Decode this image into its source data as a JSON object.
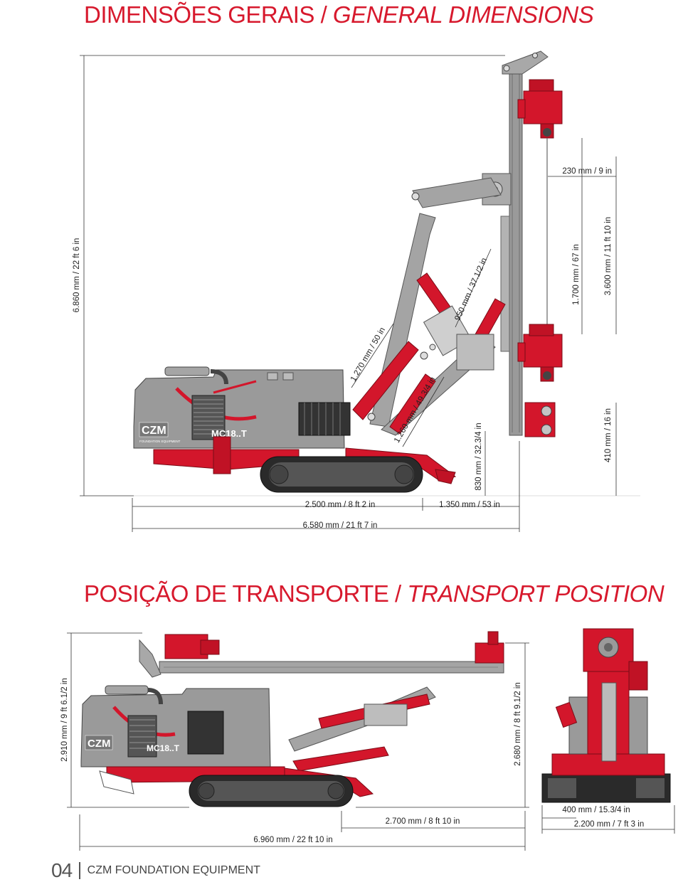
{
  "section1": {
    "title_pt": "DIMENSÕES GERAIS /",
    "title_en": "GENERAL DIMENSIONS"
  },
  "section2": {
    "title_pt": "POSIÇÃO DE TRANSPORTE /",
    "title_en": "TRANSPORT POSITION"
  },
  "machine": {
    "brand_logo": "CZM",
    "brand_sub": "FOUNDATION EQUIPMENT",
    "model": "MC18..T"
  },
  "dims1": {
    "height_total": "6.860 mm / 22 ft 6 in",
    "mast_offset": "230 mm / 9 in",
    "mast_3600": "3.600 mm / 11 ft 10 in",
    "mast_1700": "1.700 mm / 67 in",
    "ground_410": "410 mm / 16 in",
    "boom_950": "950 mm / 37.1/2 in",
    "boom_1270": "1.270 mm / 50 in",
    "boom_1260": "1.260 mm / 49.3/4 in",
    "height_830": "830 mm / 32.3/4 in",
    "len_2500": "2.500 mm / 8 ft 2 in",
    "len_1350": "1.350 mm / 53 in",
    "len_6580": "6.580 mm / 21 ft 7 in"
  },
  "dims2": {
    "height_2910": "2.910 mm / 9 ft 6.1/2 in",
    "height_2680": "2.680 mm / 8 ft 9.1/2 in",
    "len_2700": "2.700 mm / 8 ft 10 in",
    "len_6960": "6.960 mm / 22 ft 10 in",
    "width_400": "400 mm / 15.3/4 in",
    "width_2200": "2.200 mm / 7 ft 3 in"
  },
  "footer": {
    "page": "04",
    "brand": "CZM FOUNDATION EQUIPMENT"
  },
  "colors": {
    "accent": "#d7192d",
    "machine_red": "#d3162b",
    "machine_grey": "#9a9a9a",
    "track": "#2a2a2a"
  }
}
